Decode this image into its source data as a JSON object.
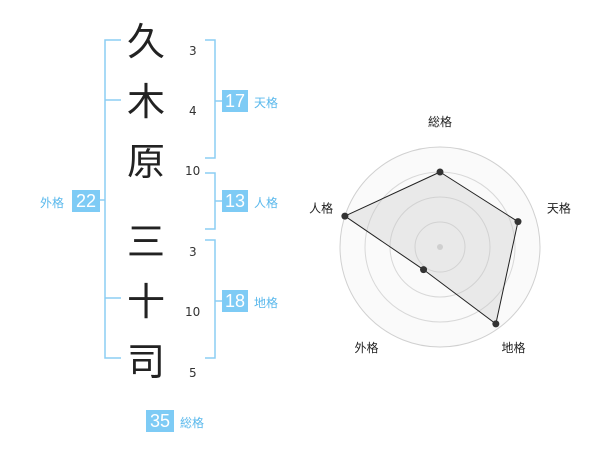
{
  "name_chars": [
    {
      "char": "久",
      "strokes": "3"
    },
    {
      "char": "木",
      "strokes": "4"
    },
    {
      "char": "原",
      "strokes": "10"
    },
    {
      "char": "三",
      "strokes": "3"
    },
    {
      "char": "十",
      "strokes": "10"
    },
    {
      "char": "司",
      "strokes": "5"
    }
  ],
  "kakaku": {
    "tenkaku": {
      "value": "17",
      "label": "天格"
    },
    "jinkaku": {
      "value": "13",
      "label": "人格"
    },
    "chikaku": {
      "value": "18",
      "label": "地格"
    },
    "gaikaku": {
      "value": "22",
      "label": "外格"
    },
    "soukaku": {
      "value": "35",
      "label": "総格"
    }
  },
  "chart_data": {
    "type": "radar",
    "axes": [
      "総格",
      "天格",
      "地格",
      "外格",
      "人格"
    ],
    "rings": 4,
    "values": [
      0.75,
      0.82,
      0.95,
      0.28,
      1.0
    ]
  }
}
